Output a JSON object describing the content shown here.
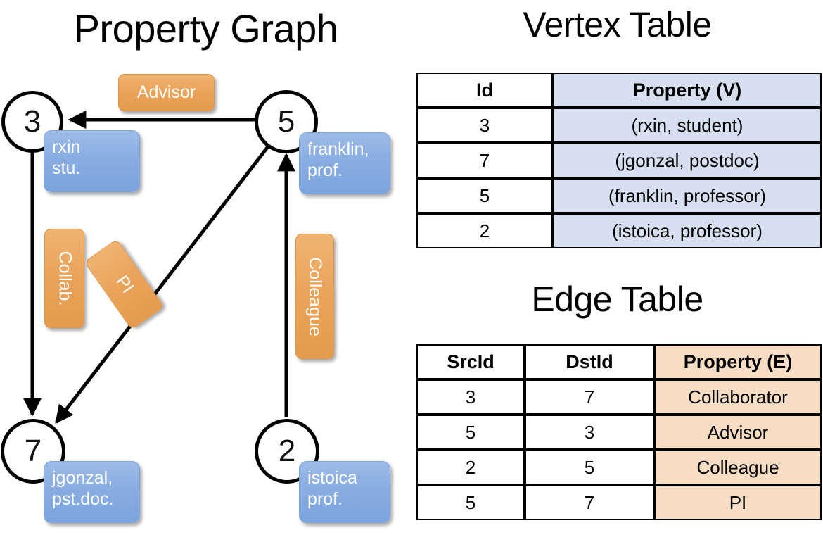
{
  "titles": {
    "property_graph": "Property Graph",
    "vertex_table": "Vertex Table",
    "edge_table": "Edge Table"
  },
  "graph": {
    "nodes": [
      {
        "id": "3",
        "label": "3",
        "prop_line1": "rxin",
        "prop_line2": "stu."
      },
      {
        "id": "5",
        "label": "5",
        "prop_line1": "franklin,",
        "prop_line2": "prof."
      },
      {
        "id": "7",
        "label": "7",
        "prop_line1": "jgonzal,",
        "prop_line2": "pst.doc."
      },
      {
        "id": "2",
        "label": "2",
        "prop_line1": "istoica",
        "prop_line2": "prof."
      }
    ],
    "edge_labels": [
      {
        "key": "advisor",
        "text": "Advisor"
      },
      {
        "key": "collab",
        "text": "Collab."
      },
      {
        "key": "pi",
        "text": "PI"
      },
      {
        "key": "colleague",
        "text": "Colleague"
      }
    ],
    "edges": [
      {
        "from": "5",
        "to": "3",
        "label": "Advisor"
      },
      {
        "from": "3",
        "to": "7",
        "label": "Collab."
      },
      {
        "from": "5",
        "to": "7",
        "label": "PI"
      },
      {
        "from": "2",
        "to": "5",
        "label": "Colleague"
      }
    ]
  },
  "vertex_table": {
    "headers": [
      "Id",
      "Property (V)"
    ],
    "rows": [
      {
        "id": "3",
        "property": "(rxin, student)"
      },
      {
        "id": "7",
        "property": "(jgonzal, postdoc)"
      },
      {
        "id": "5",
        "property": "(franklin, professor)"
      },
      {
        "id": "2",
        "property": "(istoica, professor)"
      }
    ]
  },
  "edge_table": {
    "headers": [
      "SrcId",
      "DstId",
      "Property (E)"
    ],
    "rows": [
      {
        "src": "3",
        "dst": "7",
        "property": "Collaborator"
      },
      {
        "src": "5",
        "dst": "3",
        "property": "Advisor"
      },
      {
        "src": "2",
        "dst": "5",
        "property": "Colleague"
      },
      {
        "src": "5",
        "dst": "7",
        "property": "PI"
      }
    ]
  },
  "colors": {
    "vertex_box": "#89ade2",
    "edge_box": "#e9a257",
    "vertex_table_property": "#d6e0f0",
    "edge_table_property": "#f7ddc3",
    "stroke": "#000000"
  }
}
